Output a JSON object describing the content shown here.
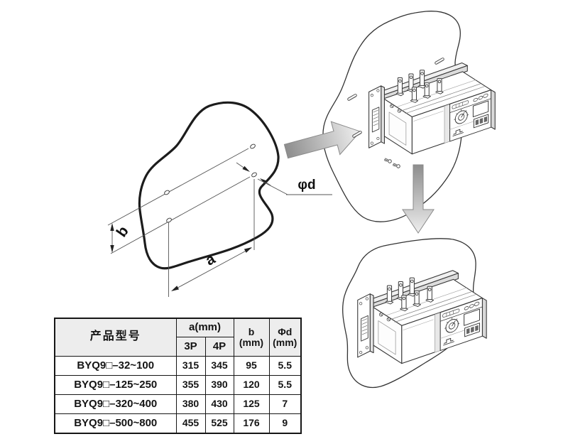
{
  "diagram": {
    "dimension_labels": {
      "a": "a",
      "b": "b",
      "hole_diameter": "φd"
    }
  },
  "table": {
    "headers": {
      "model": "产品型号",
      "a_group": "a(mm)",
      "a_3p": "3P",
      "a_4p": "4P",
      "b_line1": "b",
      "b_line2": "(mm)",
      "d_line1": "Φd",
      "d_line2": "(mm)"
    },
    "rows": [
      {
        "model": "BYQ9□–32~100",
        "a_3p": "315",
        "a_4p": "345",
        "b": "95",
        "d": "5.5"
      },
      {
        "model": "BYQ9□–125~250",
        "a_3p": "355",
        "a_4p": "390",
        "b": "120",
        "d": "5.5"
      },
      {
        "model": "BYQ9□–320~400",
        "a_3p": "380",
        "a_4p": "430",
        "b": "125",
        "d": "7"
      },
      {
        "model": "BYQ9□–500~800",
        "a_3p": "455",
        "a_4p": "525",
        "b": "176",
        "d": "9"
      }
    ]
  },
  "colors": {
    "line": "#333333",
    "blob_outline": "#1c1c1c",
    "arrow_dark": "#8d8d8d",
    "arrow_light": "#f0f0f0",
    "table_header_bg": "#ededed"
  }
}
